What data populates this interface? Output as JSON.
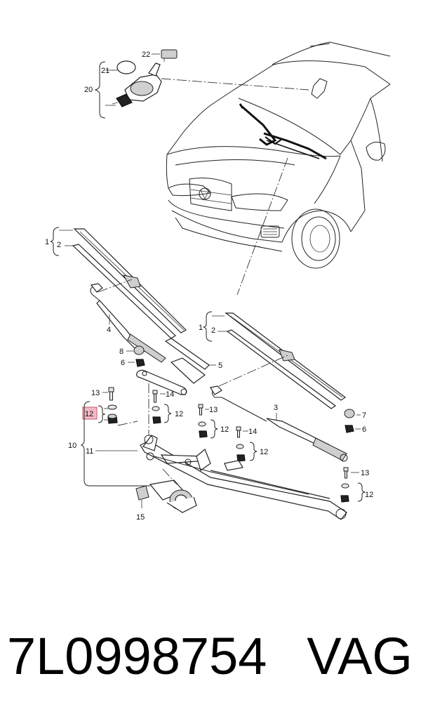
{
  "diagram": {
    "callouts": {
      "c1_left": "1",
      "c2_left": "2",
      "c1_right": "1",
      "c2_right": "2",
      "c3": "3",
      "c4": "4",
      "c5": "5",
      "c6_left": "6",
      "c6_right": "6",
      "c7": "7",
      "c8": "8",
      "c10": "10",
      "c11": "11",
      "c12_hl": "12",
      "c12_a": "12",
      "c12_b": "12",
      "c12_c": "12",
      "c12_d": "12",
      "c13_a": "13",
      "c13_b": "13",
      "c13_c": "13",
      "c14_a": "14",
      "c14_b": "14",
      "c15": "15",
      "c20": "20",
      "c21": "21",
      "c22": "22"
    },
    "highlight_color": "#f4b8c4"
  },
  "footer": {
    "part_number": "7L0998754",
    "brand": "VAG"
  }
}
